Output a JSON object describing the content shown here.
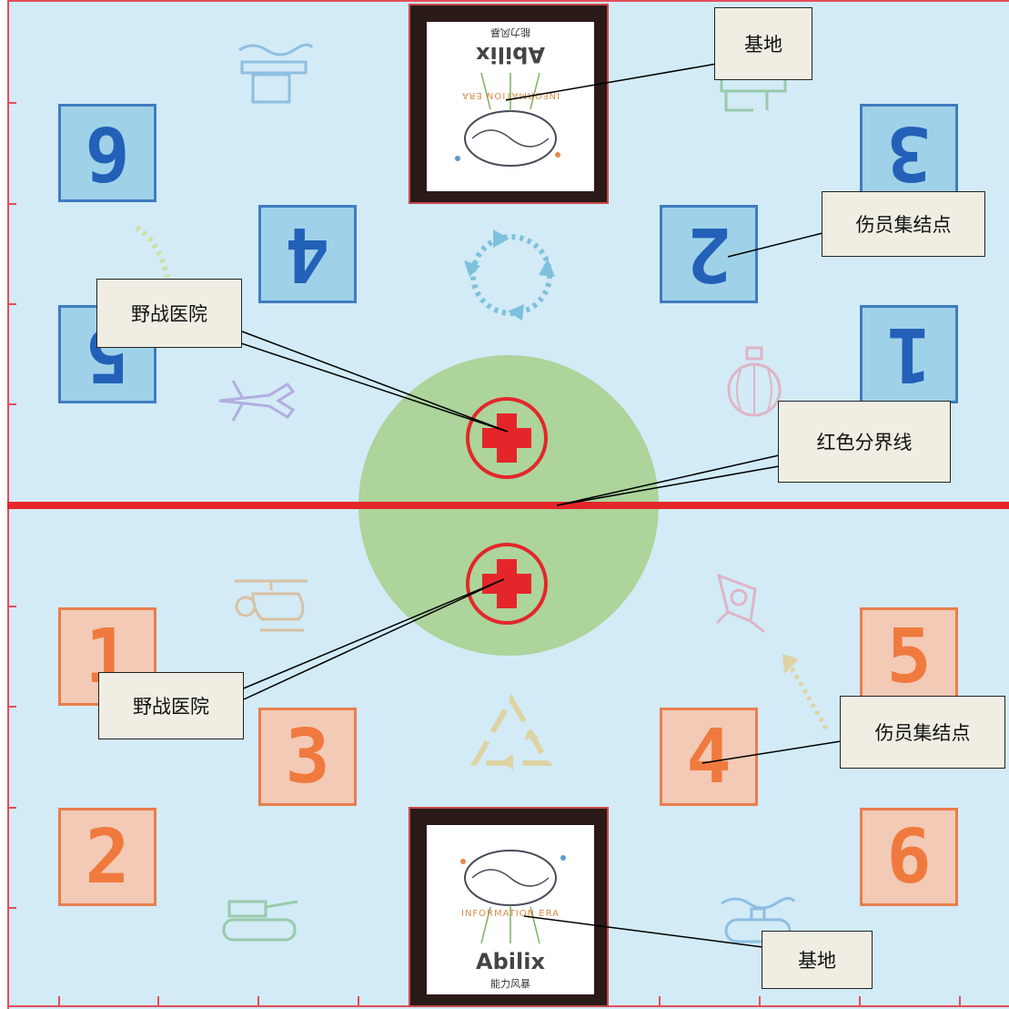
{
  "callouts": {
    "base_top": "基地",
    "casualty_top": "伤员集结点",
    "hospital_top": "野战医院",
    "divider": "红色分界线",
    "hospital_bottom": "野战医院",
    "casualty_bottom": "伤员集结点",
    "base_bottom": "基地"
  },
  "zones": {
    "blue": [
      "6",
      "4",
      "5",
      "3",
      "2",
      "1"
    ],
    "orange": [
      "1",
      "3",
      "2",
      "5",
      "4",
      "6"
    ]
  },
  "bases": {
    "logo": "Abilix",
    "subtitle": "能力风暴",
    "era": "INFORMATION ERA"
  },
  "icons": [
    "ship-icon",
    "airplane-icon",
    "crane-icon",
    "hot-air-balloon-icon",
    "helicopter-icon",
    "rocket-icon",
    "tank-icon",
    "submarine-icon",
    "recycle-icon",
    "cycle-arrows-icon"
  ],
  "colors": {
    "board": "#d2ebf6",
    "divider": "#e4262a",
    "center": "#acd49b",
    "blue_zone": "#3f7cc0",
    "orange_zone": "#e97d4d"
  }
}
